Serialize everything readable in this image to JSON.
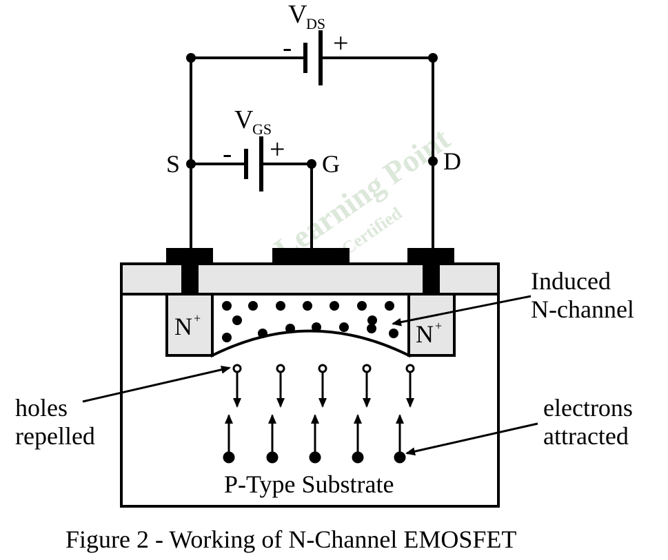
{
  "labels": {
    "vds_main": "V",
    "vds_sub": "DS",
    "vgs_main": "V",
    "vgs_sub": "GS",
    "minus": "-",
    "plus": "+",
    "source": "S",
    "gate": "G",
    "drain": "D",
    "n_main": "N",
    "n_sup": "+",
    "induced_line1": "Induced",
    "induced_line2": "N-channel",
    "holes_line1": "holes",
    "holes_line2": "repelled",
    "electrons_line1": "electrons",
    "electrons_line2": "attracted",
    "substrate": "P-Type Substrate",
    "caption": "Figure 2 - Working of N-Channel EMOSFET"
  },
  "watermark": {
    "text1": "Learning Point",
    "text2": "Certified"
  },
  "colors": {
    "stroke": "#000000",
    "oxide": "#e6e6e6",
    "n_region": "#e6e6e6",
    "background": "#ffffff",
    "watermark": "#d9e6d6"
  }
}
